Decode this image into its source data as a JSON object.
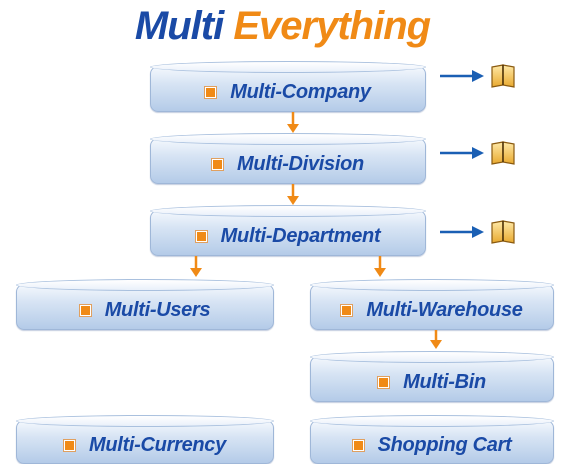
{
  "title": {
    "part1": "Multi",
    "part2": "Everything"
  },
  "nodes": [
    {
      "id": "company",
      "label": "Multi-Company"
    },
    {
      "id": "division",
      "label": "Multi-Division"
    },
    {
      "id": "department",
      "label": "Multi-Department"
    },
    {
      "id": "users",
      "label": "Multi-Users"
    },
    {
      "id": "warehouse",
      "label": "Multi-Warehouse"
    },
    {
      "id": "bin",
      "label": "Multi-Bin"
    },
    {
      "id": "currency",
      "label": "Multi-Currency"
    },
    {
      "id": "shopping_cart",
      "label": "Shopping Cart"
    }
  ],
  "colors": {
    "title_blue": "#1a4aa6",
    "title_orange": "#f08a16",
    "connector_arrow": "#f08a16",
    "link_arrow": "#1a5fb4",
    "bullet": "#f08a16"
  },
  "icons": [
    "book-icon",
    "book-icon",
    "book-icon"
  ]
}
